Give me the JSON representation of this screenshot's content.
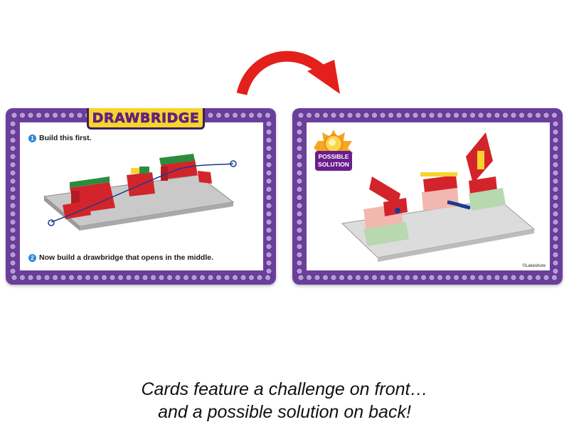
{
  "front_card": {
    "title": "DRAWBRIDGE",
    "step1_number": "1",
    "step1_text": "Build this first.",
    "step2_number": "2",
    "step2_text": "Now build a drawbridge that opens in the middle."
  },
  "back_card": {
    "badge_line1": "POSSIBLE",
    "badge_line2": "SOLUTION",
    "copyright": "©Lakeshore"
  },
  "caption": {
    "line1": "Cards feature a challenge on front…",
    "line2": "and a possible solution on back!"
  },
  "colors": {
    "frame_purple": "#6a3f9c",
    "stud_light": "#b89ad8",
    "title_yellow": "#f7d330",
    "arrow_red": "#e3201b",
    "brick_red": "#d3242b",
    "brick_green": "#2e8b3e",
    "step_blue": "#2d86d6"
  }
}
